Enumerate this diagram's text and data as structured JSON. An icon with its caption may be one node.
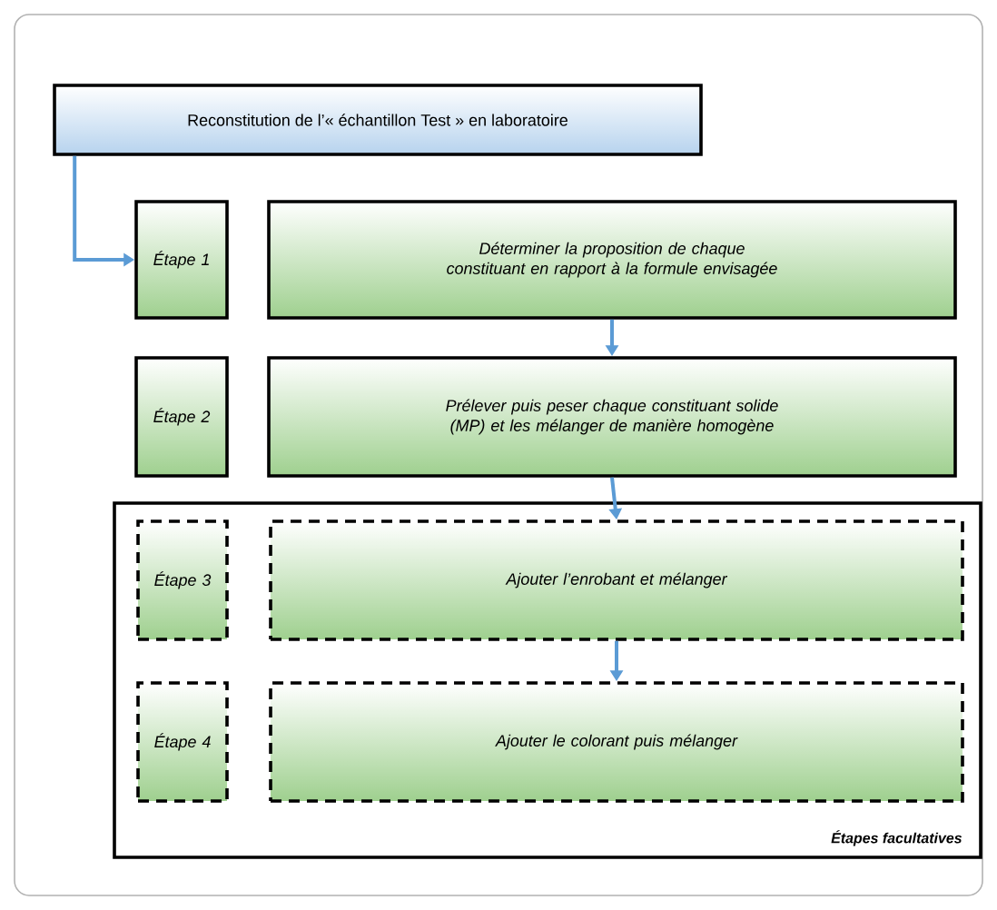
{
  "diagram": {
    "nodes": [
      {
        "text": [
          "Reconstitution de l’« échantillon Test » en laboratoire"
        ]
      },
      {
        "text": [
          "Étape 1"
        ]
      },
      {
        "text": [
          "Déterminer la proposition de chaque constituant en rapport à la formule envisagée"
        ]
      },
      {
        "text": [
          "Étape 2"
        ]
      },
      {
        "text": [
          "Prélever puis peser chaque constituant solide (MP) et les mélanger de manière homogène"
        ]
      },
      {
        "text": [
          "Étapes facultatives"
        ]
      },
      {
        "text": [
          "Étape 3"
        ],
        "in": 5
      },
      {
        "text": [
          "Ajouter l’enrobant et mélanger"
        ],
        "in": 5
      },
      {
        "text": [
          "Étape 4"
        ],
        "in": 5
      },
      {
        "text": [
          "Ajouter le colorant puis mélanger"
        ],
        "in": 5
      }
    ],
    "edges": [
      {
        "from": 0,
        "to": 1,
        "arrow": "to"
      },
      {
        "from": 2,
        "to": 4,
        "arrow": "to"
      },
      {
        "from": 4,
        "to": 7,
        "arrow": "to"
      },
      {
        "from": 7,
        "to": 9,
        "arrow": "to"
      }
    ]
  }
}
